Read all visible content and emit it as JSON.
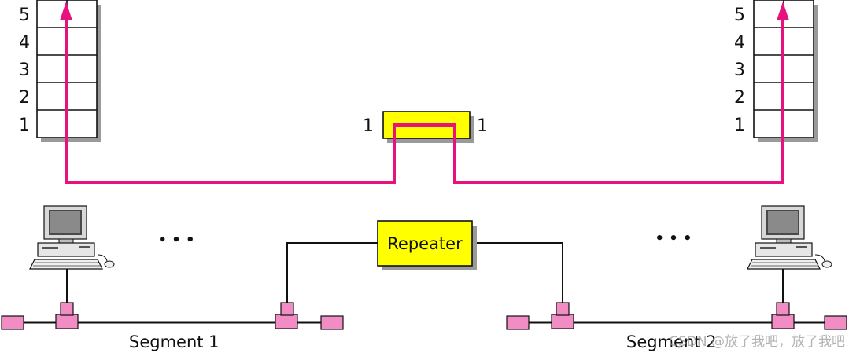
{
  "left_stack": {
    "layers": [
      "5",
      "4",
      "3",
      "2",
      "1"
    ]
  },
  "right_stack": {
    "layers": [
      "5",
      "4",
      "3",
      "2",
      "1"
    ]
  },
  "repeater_layer": {
    "left_label": "1",
    "right_label": "1"
  },
  "repeater": {
    "label": "Repeater"
  },
  "segments": {
    "left_label": "Segment 1",
    "right_label": "Segment 2"
  },
  "ellipsis": {
    "left": "• • •",
    "right": "• • •"
  },
  "colors": {
    "path": "#e8127f",
    "repeater_fill": "#ffff00",
    "connector_fill": "#f28cc4",
    "shadow": "#9a9a9a"
  },
  "watermark": "CSDN @放了我吧，放了我吧"
}
